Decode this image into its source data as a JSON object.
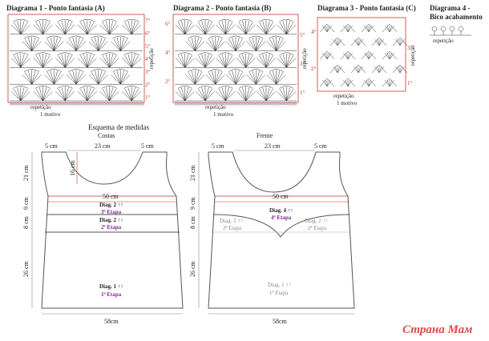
{
  "diagram1": {
    "title": "Diagrama 1 - Ponto fantasia (A)",
    "rows": [
      "7°",
      "6°",
      "5°",
      "4°",
      "3°",
      "2°",
      "1°"
    ],
    "repeat_label": "repetição",
    "motif_label": "1 motivo",
    "side_repeat": "repetição"
  },
  "diagram2": {
    "title": "Diagrama 2 - Ponto fantasia (B)",
    "rows_left": [
      "6°",
      "4°",
      "2°"
    ],
    "rows_right": [
      "5°",
      "3°",
      "1°"
    ],
    "repeat_label": "repetição",
    "motif_label": "1 motivo",
    "side_repeat": "repetição"
  },
  "diagram3": {
    "title": "Diagrama 3 - Ponto fantasia (C)",
    "rows_left": [
      "4°",
      "2°"
    ],
    "rows_right": [
      "3°",
      "1°"
    ],
    "repeat_label": "repetição",
    "motif_label": "1 motivo",
    "side_repeat": "repetição"
  },
  "diagram4": {
    "title": "Diagrama 4 -",
    "subtitle": "Bico acabamento",
    "repeat_label": "repetição"
  },
  "schema": {
    "title": "Esquema de medidas",
    "back": {
      "label": "Costas",
      "shoulder_left": "5 cm",
      "neck": "23 cm",
      "shoulder_right": "5 cm",
      "neck_depth": "16 cm",
      "h1": "21 cm",
      "h2": "9 cm",
      "h3": "8 cm",
      "h4": "26 cm",
      "bust": "50 cm",
      "bottom": "58cm",
      "diag2a": "Diag. 2 ↑↑",
      "stage3": "3ª Etapa",
      "diag2b": "Diag. 2 ↑↑",
      "stage2": "2ª Etapa",
      "diag1": "Diag. 1 ↑↑",
      "stage1": "1ª Etapa"
    },
    "front": {
      "label": "Frente",
      "shoulder_left": "5 cm",
      "neck": "23 cm",
      "shoulder_right": "5 cm",
      "h1": "21 cm",
      "h2": "9 cm",
      "h3": "8 cm",
      "h4": "26 cm",
      "bust": "50 cm",
      "bottom": "58cm",
      "diag4": "Diag. 4 ↑↑",
      "stage4": "4ª Etapa",
      "diag2_left": "Diag. 2 ↑↑",
      "stage2_left": "2ª Etapa",
      "diag2_right": "Diag. 2 ↑↑",
      "stage2_right": "2ª Etapa",
      "diag1": "Diag. 1 ↑↑",
      "stage1": "1ª Etapa"
    }
  },
  "watermark": "Страна Мам",
  "colors": {
    "accent": "#c0392b",
    "stage": "#7b2a8e",
    "line": "#555555",
    "chart": "#333333"
  }
}
